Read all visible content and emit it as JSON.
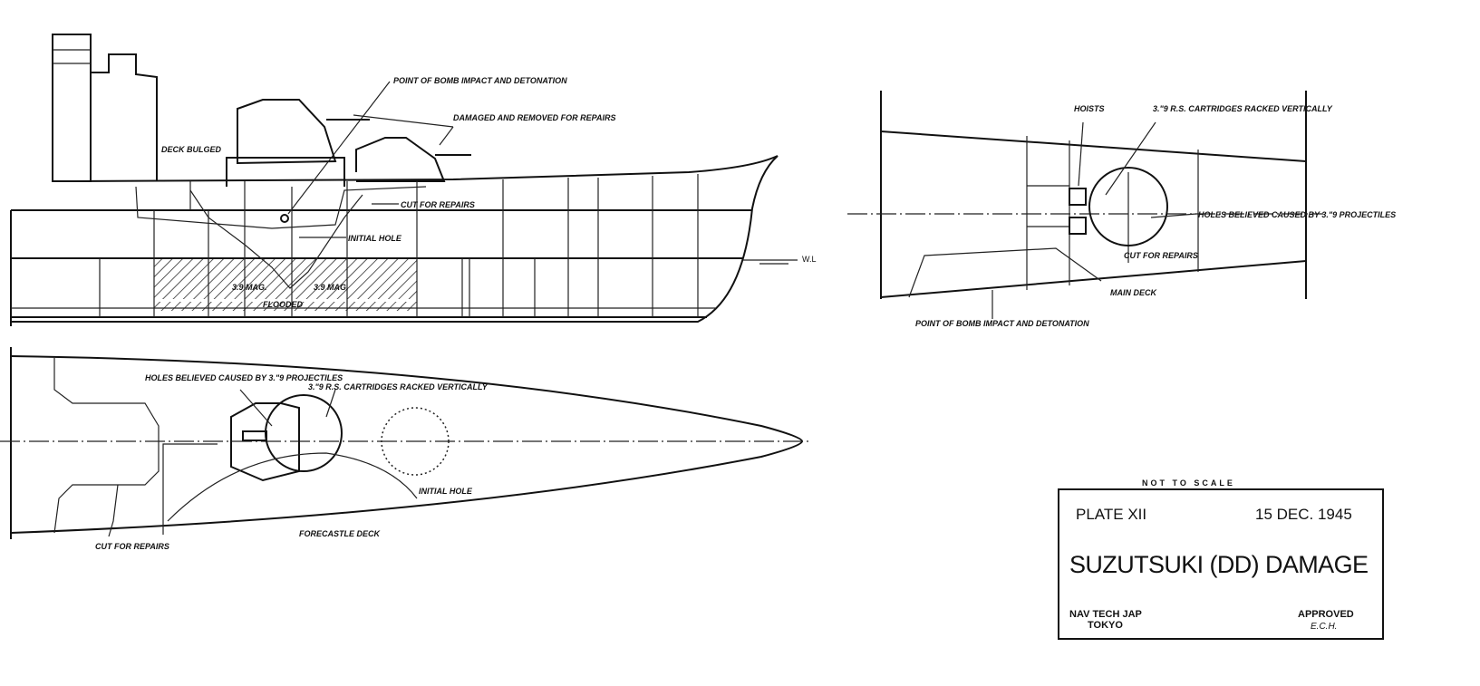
{
  "side_view": {
    "labels": {
      "bomb_point": "POINT OF BOMB IMPACT AND DETONATION",
      "damaged": "DAMAGED AND REMOVED FOR REPAIRS",
      "deck_bulged": "DECK BULGED",
      "cut_for_repairs": "CUT FOR REPAIRS",
      "initial_hole": "INITIAL HOLE",
      "mag_1": "3.9 MAG.",
      "mag_2": "3.9 MAG.",
      "flooded": "FLOODED",
      "waterline": "W.L"
    }
  },
  "plan_view": {
    "labels": {
      "holes": "HOLES BELIEVED CAUSED BY 3.\"9 PROJECTILES",
      "cartridges": "3.\"9 R.S. CARTRIDGES RACKED VERTICALLY",
      "initial_hole": "INITIAL HOLE",
      "cut_for_repairs": "CUT FOR REPAIRS",
      "deck": "FORECASTLE DECK"
    }
  },
  "detail_view": {
    "labels": {
      "hoists": "HOISTS",
      "cartridges": "3.\"9 R.S. CARTRIDGES RACKED VERTICALLY",
      "holes": "HOLES BELIEVED CAUSED BY 3.\"9 PROJECTILES",
      "cut_for_repairs": "CUT FOR REPAIRS",
      "deck": "MAIN DECK",
      "bomb_point": "POINT OF BOMB IMPACT AND DETONATION"
    }
  },
  "title_block": {
    "scale_note": "NOT TO SCALE",
    "plate": "PLATE XII",
    "date": "15 DEC. 1945",
    "title": "SUZUTSUKI (DD) DAMAGE",
    "org": "NAV TECH JAP",
    "city": "TOKYO",
    "approved": "APPROVED",
    "approver": "E.C.H."
  }
}
